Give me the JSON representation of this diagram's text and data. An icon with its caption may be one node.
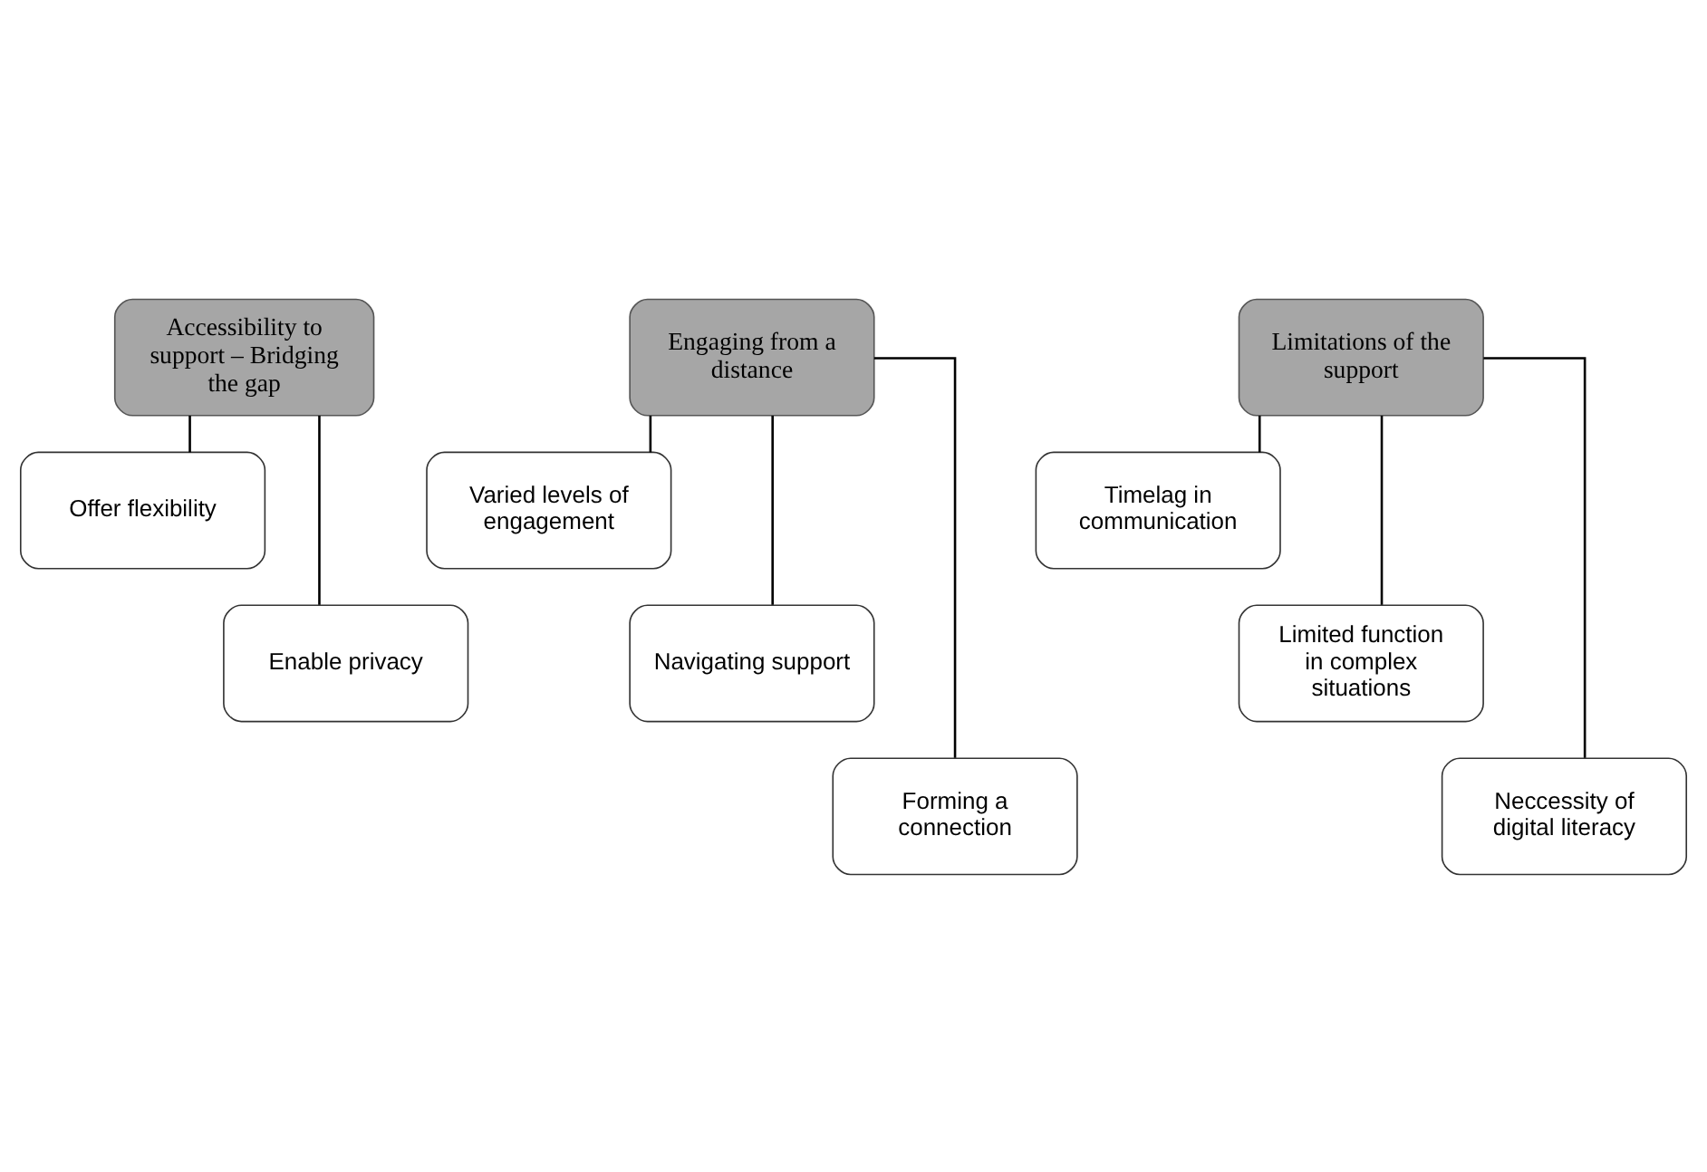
{
  "diagram": {
    "nodes": [
      {
        "text": [
          "Accessibility to support – Bridging the gap"
        ]
      },
      {
        "text": [
          "Offer flexibility"
        ]
      },
      {
        "text": [
          "Enable privacy"
        ]
      },
      {
        "text": [
          "Engaging from a distance"
        ]
      },
      {
        "text": [
          "Varied levels of engagement"
        ]
      },
      {
        "text": [
          "Navigating support"
        ]
      },
      {
        "text": [
          "Forming a connection"
        ]
      },
      {
        "text": [
          "Limitations of the support"
        ]
      },
      {
        "text": [
          "Timelag in communication"
        ]
      },
      {
        "text": [
          "Limited function in complex situations"
        ]
      },
      {
        "text": [
          "Neccessity of digital literacy"
        ]
      }
    ],
    "edges": [
      {
        "from": 0,
        "to": 1,
        "arrow": "none"
      },
      {
        "from": 0,
        "to": 2,
        "arrow": "none"
      },
      {
        "from": 3,
        "to": 4,
        "arrow": "none"
      },
      {
        "from": 3,
        "to": 5,
        "arrow": "none"
      },
      {
        "from": 3,
        "to": 6,
        "arrow": "none"
      },
      {
        "from": 7,
        "to": 8,
        "arrow": "none"
      },
      {
        "from": 7,
        "to": 9,
        "arrow": "none"
      },
      {
        "from": 7,
        "to": 10,
        "arrow": "none"
      }
    ]
  }
}
